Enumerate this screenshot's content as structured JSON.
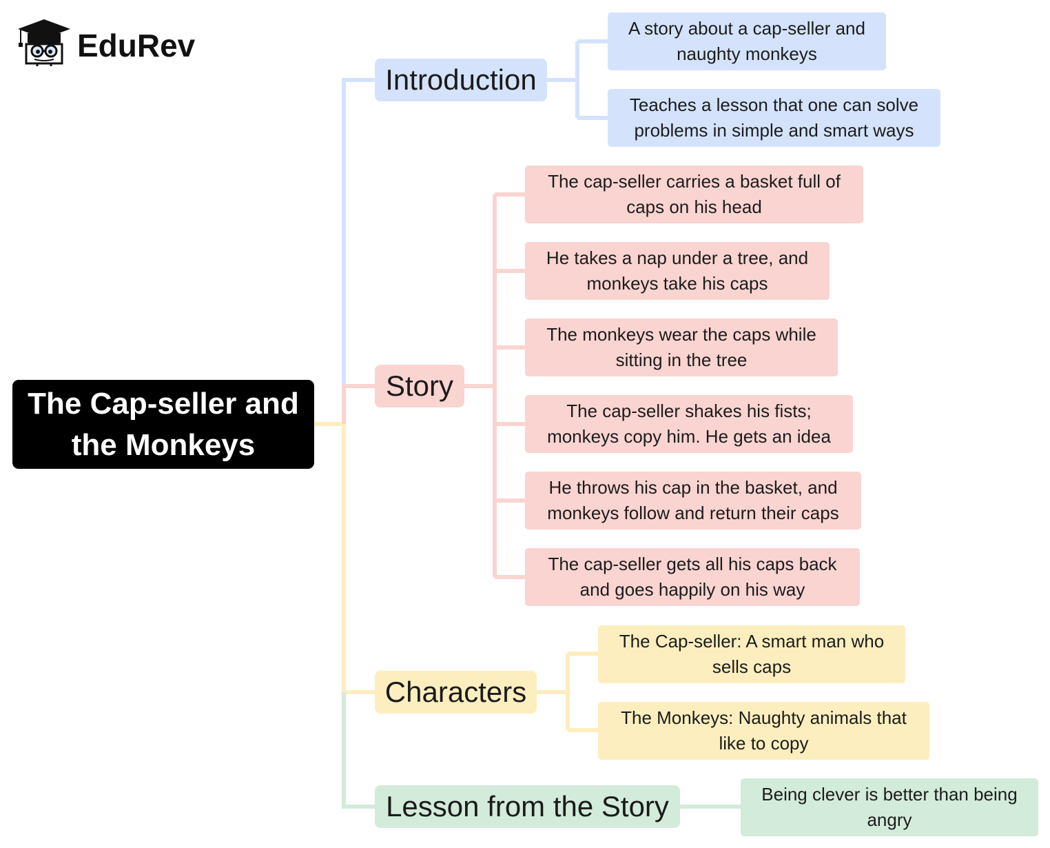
{
  "brand": {
    "name": "EduRev",
    "icon": "graduation-cap-owl-icon"
  },
  "root": {
    "title_line1": "The Cap-seller and",
    "title_line2": "the Monkeys"
  },
  "colors": {
    "blue": "#d4e3fb",
    "red": "#f9d4d1",
    "yellow": "#fdeebf",
    "green": "#d3ebda",
    "root": "#000000"
  },
  "branches": {
    "introduction": {
      "title": "Introduction",
      "items": [
        {
          "line1": "A story about a cap-seller and",
          "line2": "naughty monkeys"
        },
        {
          "line1": "Teaches a lesson that one can solve",
          "line2": "problems in simple and smart ways"
        }
      ]
    },
    "story": {
      "title": "Story",
      "items": [
        {
          "line1": "The cap-seller carries a basket full of",
          "line2": "caps on his head"
        },
        {
          "line1": "He takes a nap under a tree, and",
          "line2": "monkeys take his caps"
        },
        {
          "line1": "The monkeys wear the caps while",
          "line2": "sitting in the tree"
        },
        {
          "line1": "The cap-seller shakes his fists;",
          "line2": "monkeys copy him. He gets an idea"
        },
        {
          "line1": "He throws his cap in the basket, and",
          "line2": "monkeys follow and return their caps"
        },
        {
          "line1": "The cap-seller gets all his caps back",
          "line2": "and goes happily on his way"
        }
      ]
    },
    "characters": {
      "title": "Characters",
      "items": [
        {
          "line1": "The Cap-seller: A smart man who",
          "line2": "sells caps"
        },
        {
          "line1": "The Monkeys: Naughty animals that",
          "line2": "like to copy"
        }
      ]
    },
    "lesson": {
      "title": "Lesson from the Story",
      "items": [
        {
          "line1": "Being clever is better than being",
          "line2": "angry"
        }
      ]
    }
  }
}
